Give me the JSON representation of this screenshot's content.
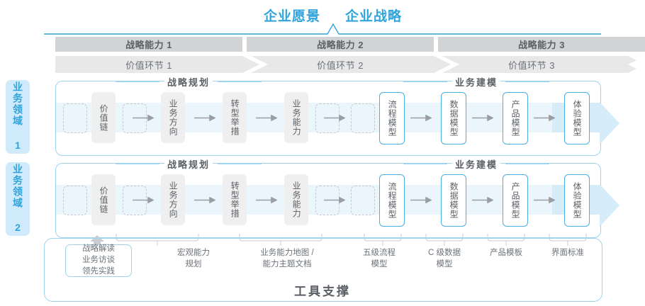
{
  "header": {
    "vision": "企业愿景",
    "strategy": "企业战略"
  },
  "capabilities": [
    {
      "label": "战略能力 1",
      "value_chain": "价值环节 1"
    },
    {
      "label": "战略能力 2",
      "value_chain": "价值环节 2"
    },
    {
      "label": "战略能力 3",
      "value_chain": "价值环节 3"
    }
  ],
  "domains": [
    {
      "label": "业务领域 1"
    },
    {
      "label": "业务领域 2"
    }
  ],
  "sections": [
    {
      "title": "战略规划"
    },
    {
      "title": "业务建模"
    }
  ],
  "nodes": {
    "planning": [
      {
        "label": "价值链",
        "style": "gray"
      },
      {
        "label": "业务方向",
        "style": "gray"
      },
      {
        "label": "转型举措",
        "style": "gray"
      },
      {
        "label": "业务能力",
        "style": "gray"
      }
    ],
    "modeling": [
      {
        "label": "流程模型",
        "style": "blue"
      },
      {
        "label": "数据模型",
        "style": "blue"
      },
      {
        "label": "产品模型",
        "style": "blue"
      },
      {
        "label": "体验模型",
        "style": "blue"
      }
    ]
  },
  "tools": {
    "title": "工具支撑",
    "items": [
      {
        "label": "战略解读\n业务访谈\n领先实践",
        "boxed": true
      },
      {
        "label": "宏观能力\n规划",
        "boxed": false
      },
      {
        "label": "业务能力地图 /\n能力主题文档",
        "boxed": false
      },
      {
        "label": "五级流程\n模型",
        "boxed": false
      },
      {
        "label": "C 级数据\n模型",
        "boxed": false
      },
      {
        "label": "产品模板",
        "boxed": false
      },
      {
        "label": "界面标准",
        "boxed": false
      }
    ]
  },
  "colors": {
    "accent": "#2fa4dc",
    "band": "#eaf6fc",
    "arrow": "#d6edf9",
    "header_gray": "#d2d3d4",
    "node_gray": "#efefef"
  }
}
